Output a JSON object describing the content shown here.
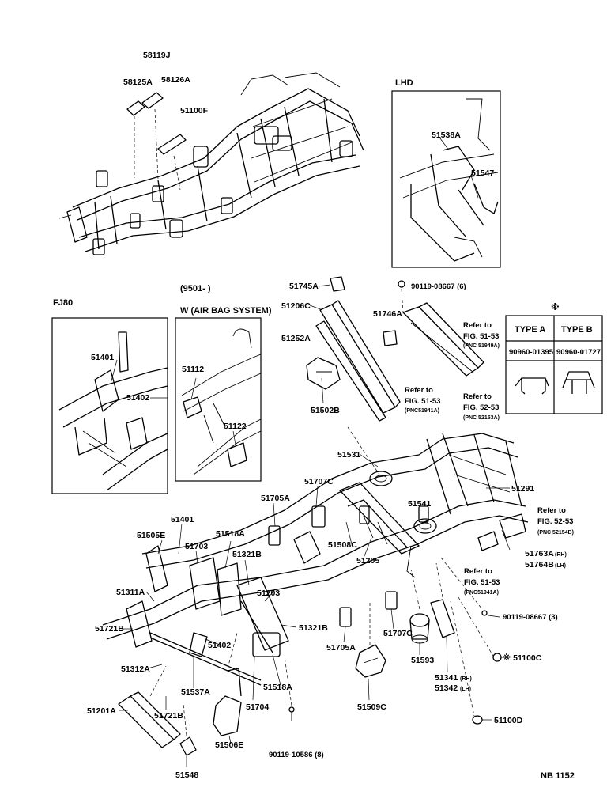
{
  "insets": {
    "lhd": {
      "title": "LHD",
      "labels": [
        "51538A",
        "51547"
      ]
    },
    "fj80": {
      "title": "FJ80",
      "labels": [
        "51401",
        "51402"
      ]
    },
    "airbag": {
      "title_line1": "(9501-      )",
      "title_line2": "W (AIR BAG SYSTEM)",
      "labels": [
        "51112",
        "51122"
      ]
    },
    "clip_table": {
      "marker": "※",
      "headers": [
        "TYPE A",
        "TYPE B"
      ],
      "parts": [
        "90960-01395",
        "90960-01727"
      ]
    }
  },
  "refs": {
    "fig_51_53_a": {
      "line1": "Refer to",
      "line2": "FIG. 51-53",
      "pnc": "(PNC 51949A)"
    },
    "fig_51_53_b": {
      "line1": "Refer to",
      "line2": "FIG. 51-53",
      "pnc": "(PNC51941A)"
    },
    "fig_52_53_a": {
      "line1": "Refer to",
      "line2": "FIG. 52-53",
      "pnc": "(PNC 52153A)"
    },
    "fig_52_53_b": {
      "line1": "Refer to",
      "line2": "FIG. 52-53",
      "pnc": "(PNC 52154B)"
    },
    "fig_51_53_c": {
      "line1": "Refer to",
      "line2": "FIG. 51-53",
      "pnc": "(PNC51941A)"
    }
  },
  "parts": {
    "p58119J": "58119J",
    "p58125A": "58125A",
    "p58126A": "58126A",
    "p51100F": "51100F",
    "p51745A": "51745A",
    "p90119_08667_6": "90119-08667 (6)",
    "p51206C": "51206C",
    "p51746A": "51746A",
    "p51252A": "51252A",
    "p51502B": "51502B",
    "p51531": "51531",
    "p51291": "51291",
    "p51707C_top": "51707C",
    "p51705A_top": "51705A",
    "p51541": "51541",
    "p51401": "51401",
    "p51505E": "51505E",
    "p51703": "51703",
    "p51518A_top": "51518A",
    "p51321B_top": "51321B",
    "p51508C": "51508C",
    "p51205": "51205",
    "p51763A": "51763A",
    "p51763A_side": "(RH)",
    "p51764B": "51764B",
    "p51764B_side": "(LH)",
    "p51311A": "51311A",
    "p51203": "51203",
    "p51721B_left": "51721B",
    "p51321B_bot": "51321B",
    "p51402": "51402",
    "p51705A_bot": "51705A",
    "p51707C_bot": "51707C",
    "p90119_08667_3": "90119-08667 (3)",
    "p51593": "51593",
    "p51100C": "※ 51100C",
    "p51312A": "51312A",
    "p51537A": "51537A",
    "p51704": "51704",
    "p51518A_bot": "51518A",
    "p51341": "51341",
    "p51341_side": "(RH)",
    "p51342": "51342",
    "p51342_side": "(LH)",
    "p51509C": "51509C",
    "p51201A": "51201A",
    "p51721B_bot": "51721B",
    "p51506E": "51506E",
    "p90119_10586": "90119-10586 (8)",
    "p51100D": "51100D",
    "p51548": "51548"
  },
  "footer": {
    "code": "NB  1152"
  }
}
